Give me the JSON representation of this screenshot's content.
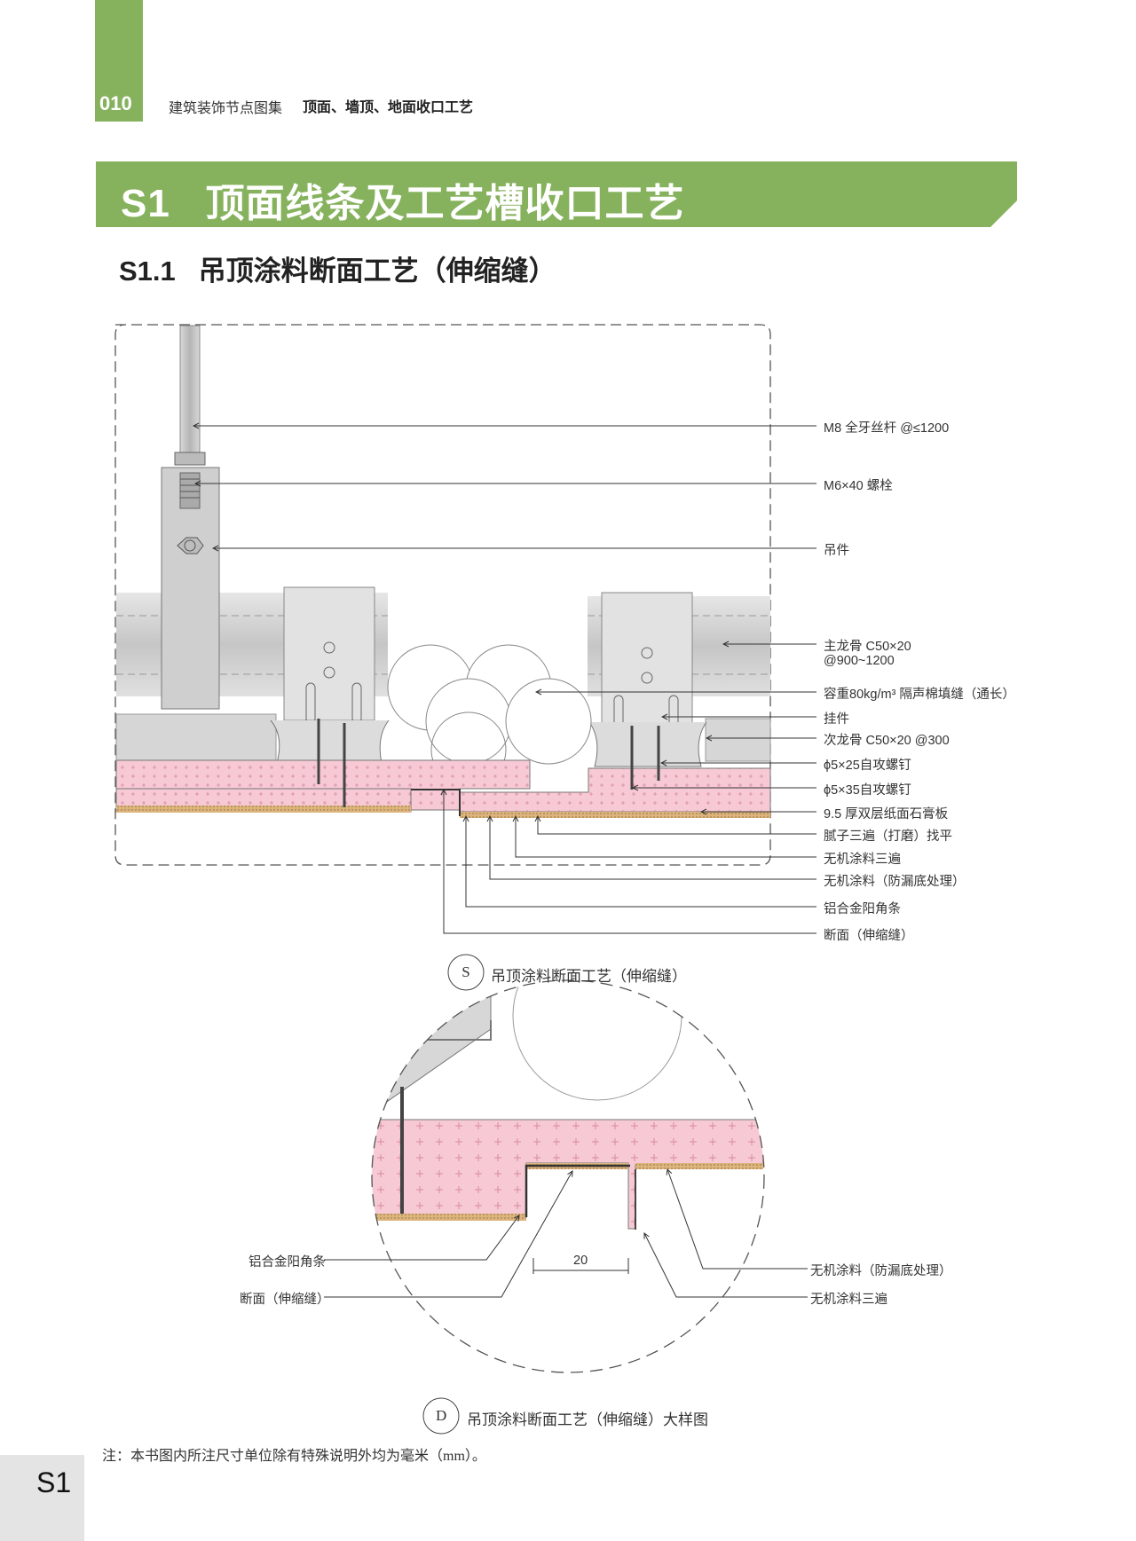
{
  "header": {
    "page_number": "010",
    "book_title": "建筑装饰节点图集",
    "book_subtitle": "顶面、墙顶、地面收口工艺"
  },
  "chapter": {
    "title": "S1   顶面线条及工艺槽收口工艺"
  },
  "section": {
    "title": "S1.1   吊顶涂料断面工艺（伸缩缝）"
  },
  "section_drawing": {
    "labels": [
      "M8 全牙丝杆 @≤1200",
      "M6×40 螺栓",
      "吊件",
      "主龙骨 C50×20",
      "@900~1200",
      "容重80kg/m³ 隔声棉填缝（通长）",
      "挂件",
      "次龙骨 C50×20 @300",
      "ϕ5×25自攻螺钉",
      "ϕ5×35自攻螺钉",
      "9.5 厚双层纸面石膏板",
      "腻子三遍（打磨）找平",
      "无机涂料三遍",
      "无机涂料（防漏底处理）",
      "铝合金阳角条",
      "断面（伸缩缝）"
    ],
    "caption_symbol": "S",
    "caption": "吊顶涂料断面工艺（伸缩缝）"
  },
  "detail_drawing": {
    "left_labels": [
      "铝合金阳角条",
      "断面（伸缩缝）"
    ],
    "right_labels": [
      "无机涂料（防漏底处理）",
      "无机涂料三遍"
    ],
    "dimension": "20",
    "caption_symbol": "D",
    "caption": "吊顶涂料断面工艺（伸缩缝）大样图"
  },
  "note": "注：本书图内所注尺寸单位除有特殊说明外均为毫米（mm）。",
  "footer": {
    "section_label": "S1"
  },
  "colors": {
    "accent_green": "#86b25e",
    "board_pink": "#f6c9d4",
    "putty_tan": "#d8b27a",
    "metal_grey": "#cfcfcf"
  }
}
